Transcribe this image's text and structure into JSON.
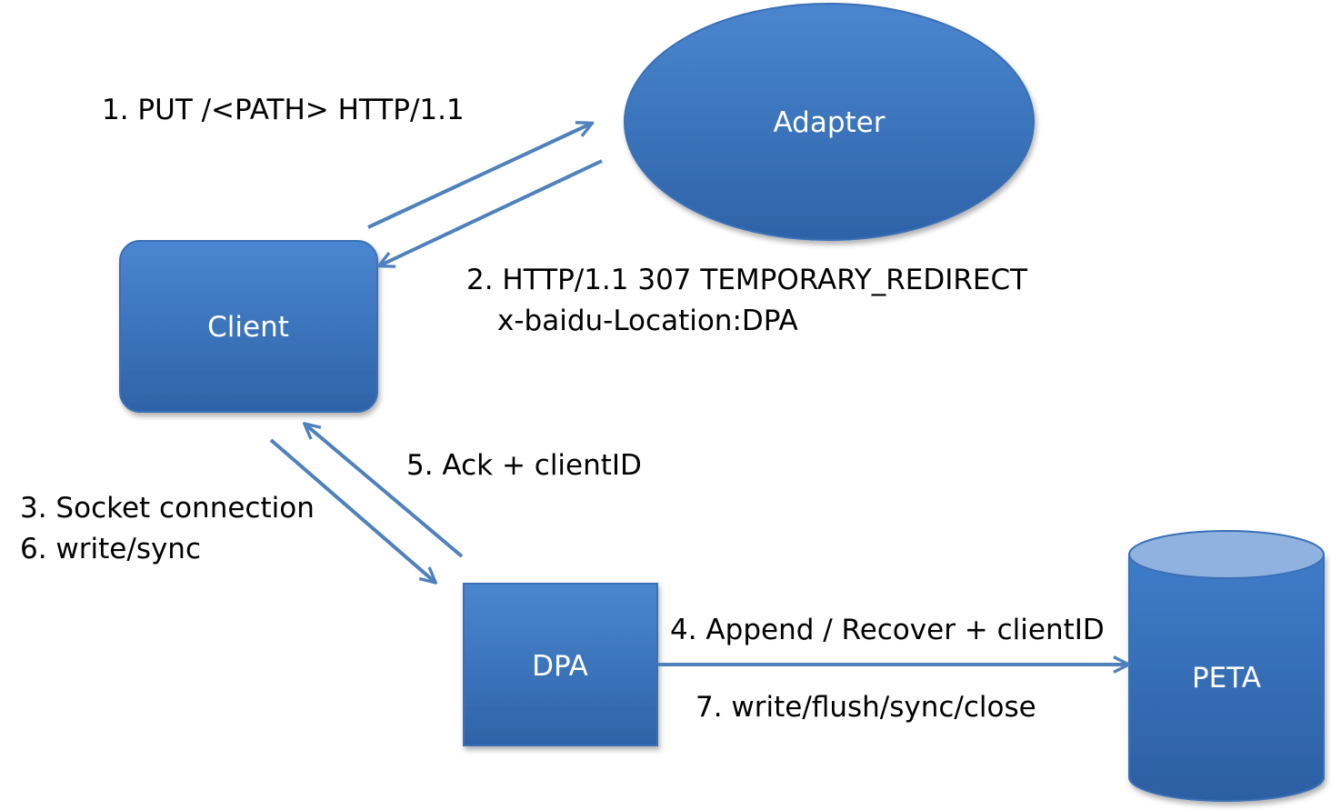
{
  "colors": {
    "node_fill_top": "#4a86cf",
    "node_fill_bottom": "#2e63a8",
    "node_stroke": "#3a70b6",
    "cylinder_top": "#8fb2e0",
    "arrow": "#4f81bd",
    "node_text": "#ffffff",
    "label_text": "#000000",
    "background": "#ffffff"
  },
  "nodes": {
    "adapter": "Adapter",
    "client": "Client",
    "dpa": "DPA",
    "peta": "PETA"
  },
  "edges": {
    "put_request": "1. PUT /<PATH> HTTP/1.1",
    "redirect_line1": "2. HTTP/1.1 307 TEMPORARY_REDIRECT",
    "redirect_line2": "x-baidu-Location:DPA",
    "socket_line1": "3. Socket connection",
    "socket_line2": "6. write/sync",
    "append": "4. Append / Recover + clientID",
    "ack": "5. Ack + clientID",
    "write_flush": "7. write/flush/sync/close"
  }
}
